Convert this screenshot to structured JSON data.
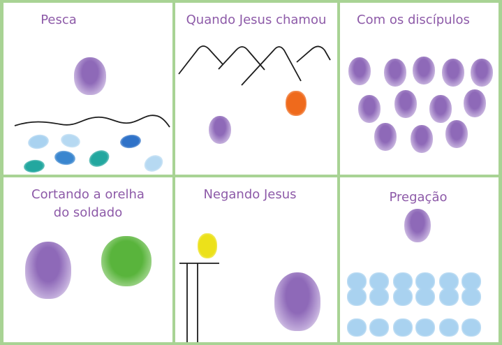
{
  "panels": {
    "pesca": {
      "title": "Pesca"
    },
    "quando": {
      "title": "Quando Jesus chamou"
    },
    "discipulos": {
      "title": "Com os discípulos"
    },
    "cortando": {
      "title_line1": "Cortando a orelha",
      "title_line2": "do soldado"
    },
    "negando": {
      "title": "Negando Jesus"
    },
    "pregacao": {
      "title": "Pregação"
    }
  },
  "colors": {
    "grid": "#a8d394",
    "title": "#8d5aa8",
    "purple": "#8e69b8",
    "orange": "#ef6a1c",
    "green": "#59b43c",
    "yellow": "#ece11a",
    "light_blue": "#a9d2f0",
    "mid_blue": "#2f72c8",
    "teal": "#23a79f"
  }
}
